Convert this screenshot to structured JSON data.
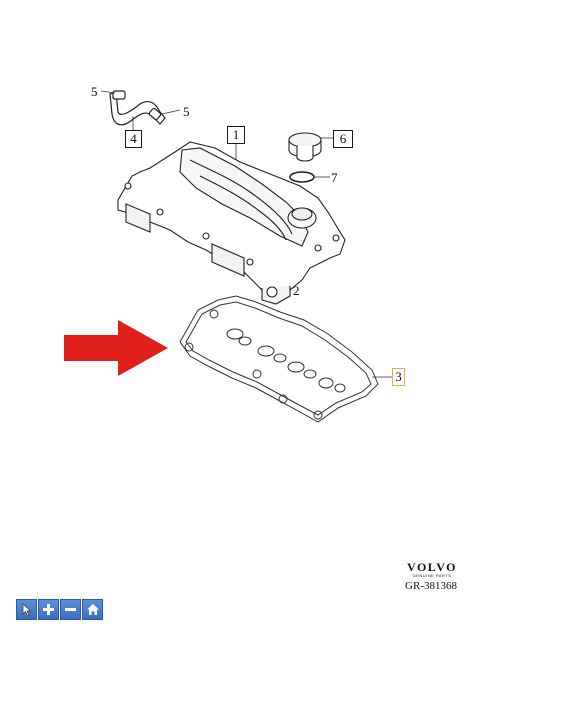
{
  "callouts": {
    "c1": "1",
    "c2": "2",
    "c3": "3",
    "c4": "4",
    "c5a": "5",
    "c5b": "5",
    "c6": "6",
    "c7": "7"
  },
  "brand": {
    "name": "VOLVO",
    "subtitle": "GENUINE PARTS"
  },
  "document_code": "GR-381368",
  "colors": {
    "arrow": "#e0201b",
    "toolbar_button": "#4a7fd0",
    "highlight_border": "#e8b04a"
  },
  "toolbar": {
    "buttons": [
      {
        "icon": "pointer-icon"
      },
      {
        "icon": "zoom-in-icon"
      },
      {
        "icon": "zoom-out-icon"
      },
      {
        "icon": "home-icon"
      }
    ]
  }
}
